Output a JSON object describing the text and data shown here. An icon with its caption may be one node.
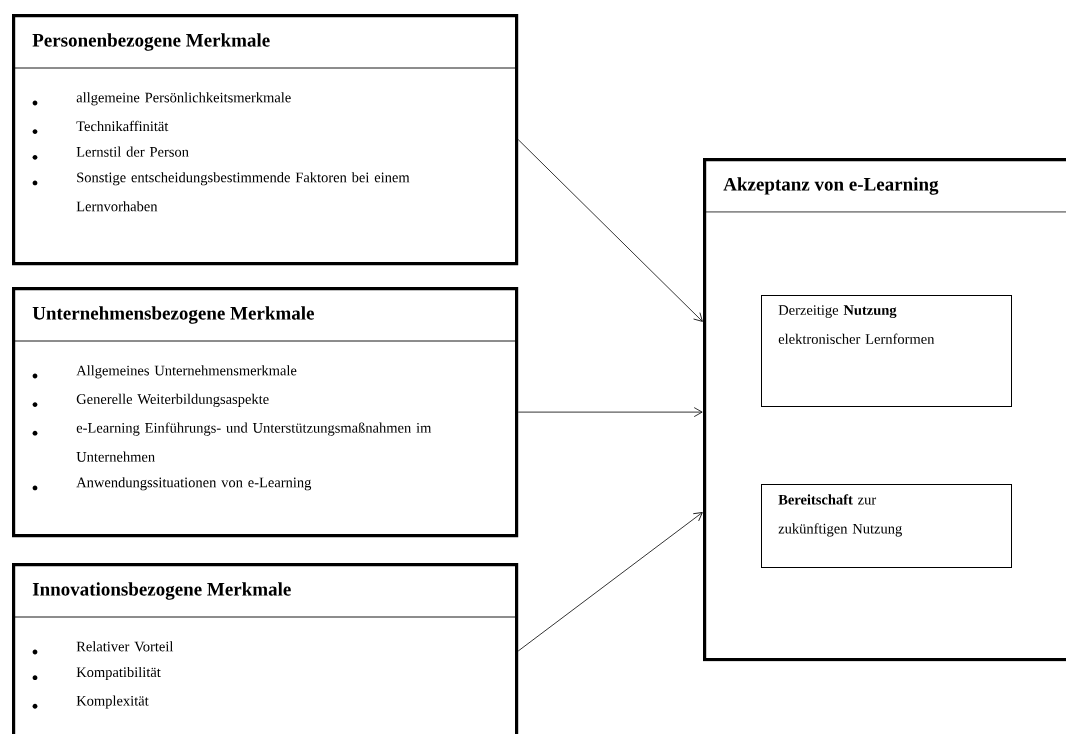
{
  "diagram": {
    "nodes": [
      {
        "text": [
          "Personenbezogene Merkmale",
          "allgemeine Persönlichkeitsmerkmale",
          "Technikaffinität",
          "Lernstil der Person",
          "Sonstige entscheidungsbestimmende Faktoren bei einem Lernvorhaben"
        ]
      },
      {
        "text": [
          "Unternehmensbezogene Merkmale",
          "Allgemeines Unternehmensmerkmale",
          "Generelle Weiterbildungsaspekte",
          "e-Learning Einführungs- und Unterstützungsmaßnahmen im Unternehmen",
          "Anwendungssituationen von e-Learning"
        ]
      },
      {
        "text": [
          "Innovationsbezogene Merkmale",
          "Relativer Vorteil",
          "Kompatibilität",
          "Komplexität"
        ]
      },
      {
        "text": [
          "Akzeptanz von e-Learning"
        ]
      },
      {
        "text": [
          "Derzeitige **Nutzung** elektronischer Lernformen"
        ],
        "in": 3
      },
      {
        "text": [
          "**Bereitschaft** zur zukünftigen Nutzung"
        ],
        "in": 3
      }
    ],
    "edges": [
      {
        "from": 0,
        "to": 3,
        "arrow": "to"
      },
      {
        "from": 1,
        "to": 3,
        "arrow": "to"
      },
      {
        "from": 2,
        "to": 3,
        "arrow": "to"
      }
    ]
  }
}
